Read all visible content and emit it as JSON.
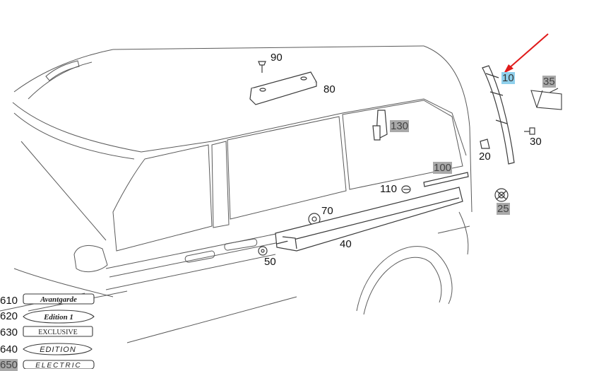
{
  "colors": {
    "line": "#4a4a4a",
    "part": "#3a3a3a",
    "highlight_grey": "#a9a9a9",
    "highlight_blue": "#8fd0ec",
    "arrow": "#e01b1b"
  },
  "callouts": {
    "c90": "90",
    "c80": "80",
    "c130": "130",
    "c10": "10",
    "c35": "35",
    "c20": "20",
    "c30": "30",
    "c100": "100",
    "c110": "110",
    "c25": "25",
    "c70": "70",
    "c40": "40",
    "c50": "50"
  },
  "emblems": [
    {
      "num": "610",
      "text": "Avantgarde"
    },
    {
      "num": "620",
      "text": "Edition 1"
    },
    {
      "num": "630",
      "text": "EXCLUSIVE"
    },
    {
      "num": "640",
      "text": "EDITION"
    },
    {
      "num": "650",
      "text": "ELECTRIC"
    }
  ]
}
